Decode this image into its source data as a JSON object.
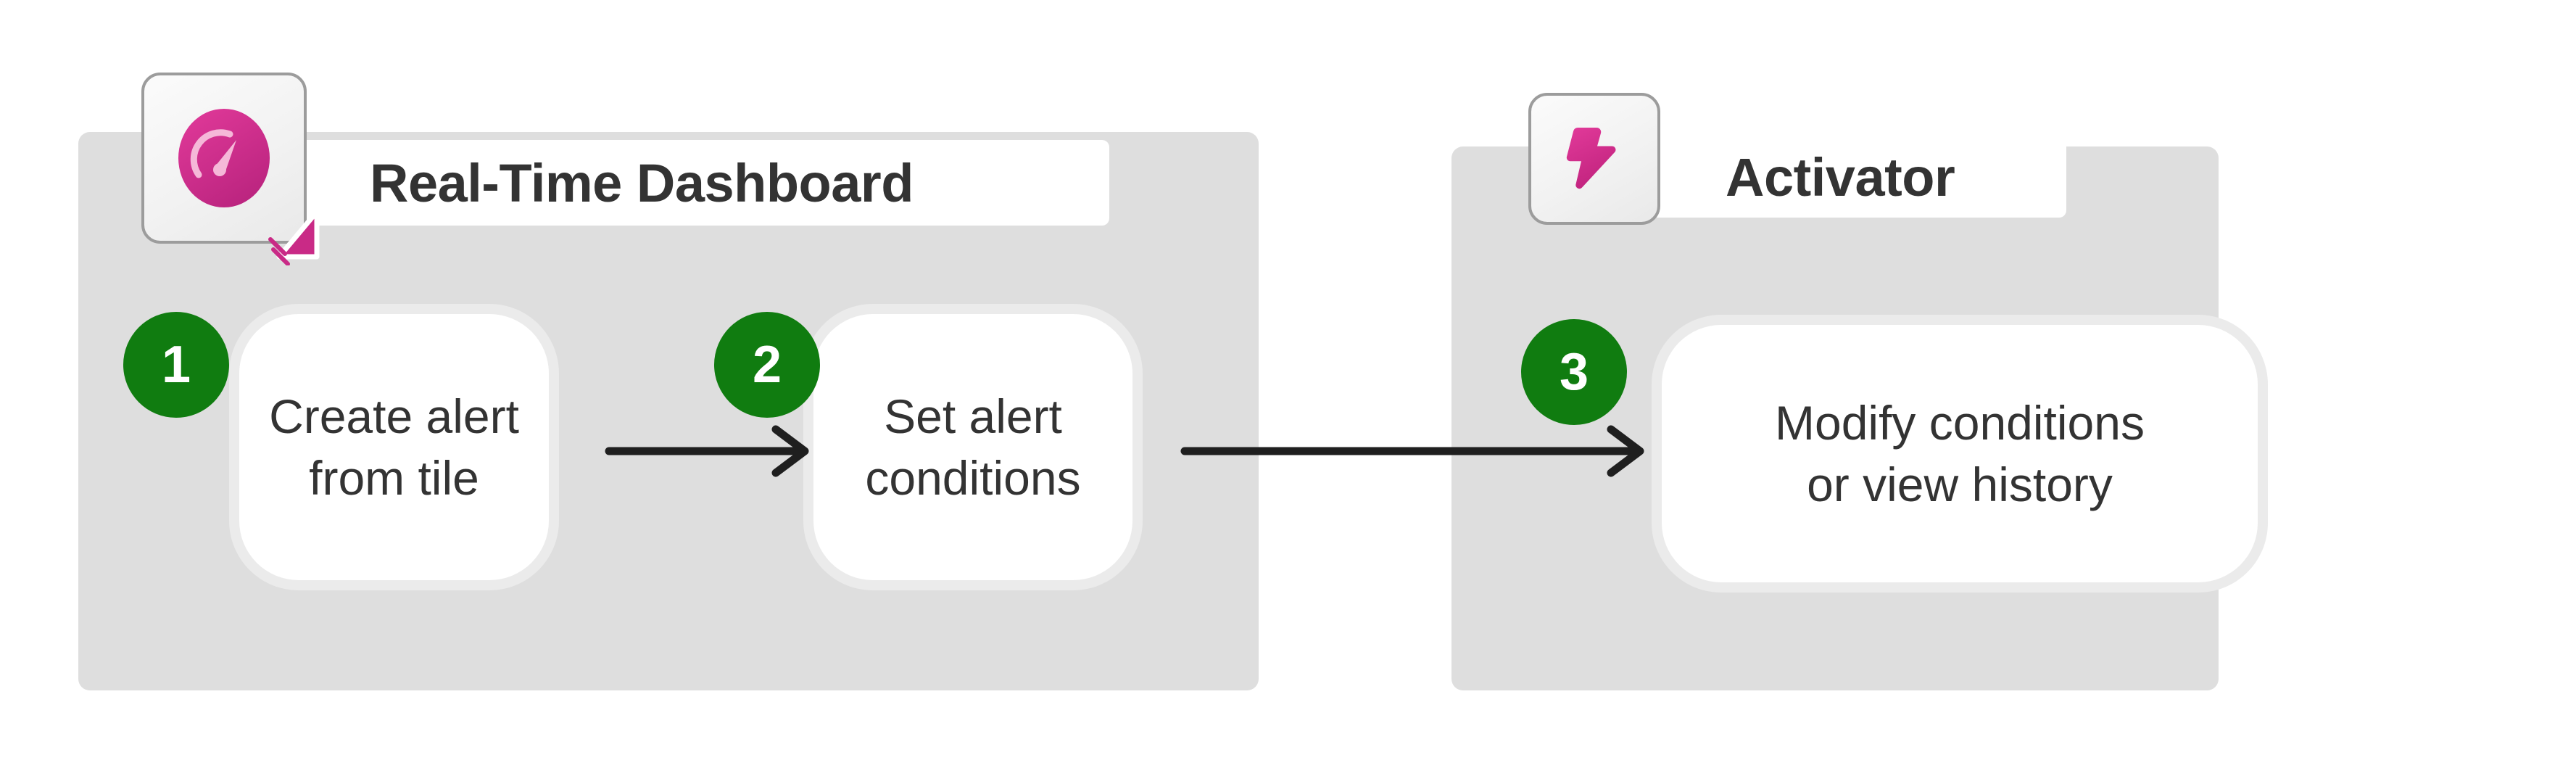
{
  "diagram": {
    "type": "flow",
    "background_color": "#ffffff",
    "panel_color": "#dedede",
    "accent_green": "#107C10",
    "accent_pink": "#D6308F",
    "text_color": "#333333",
    "groups": [
      {
        "id": "real-time-dashboard",
        "title": "Real-Time Dashboard",
        "icon": "gauge-icon",
        "icon_overlay": "cursor-arrow-icon"
      },
      {
        "id": "activator",
        "title": "Activator",
        "icon": "lightning-bolt-icon"
      }
    ],
    "steps": [
      {
        "number": "1",
        "line1": "Create alert",
        "line2": "from tile",
        "group": "real-time-dashboard"
      },
      {
        "number": "2",
        "line1": "Set alert",
        "line2": "conditions",
        "group": "real-time-dashboard"
      },
      {
        "number": "3",
        "line1": "Modify conditions",
        "line2": "or view history",
        "group": "activator"
      }
    ],
    "connectors": [
      {
        "from": "1",
        "to": "2",
        "style": "arrow-right"
      },
      {
        "from": "2",
        "to": "3",
        "style": "arrow-right"
      }
    ]
  }
}
